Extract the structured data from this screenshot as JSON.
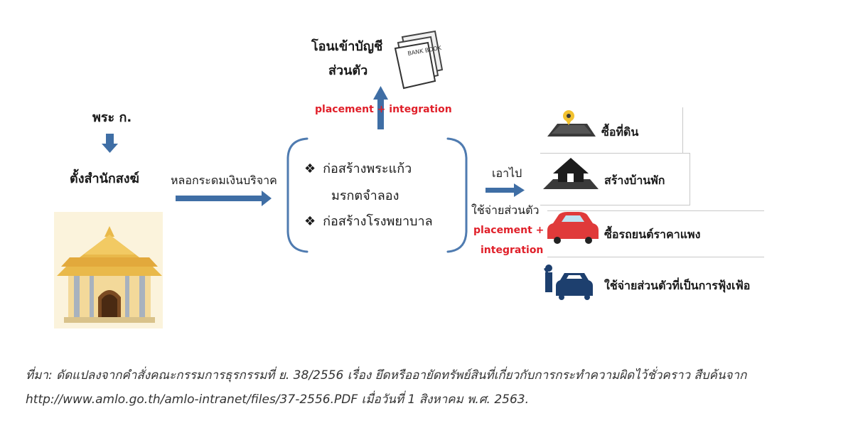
{
  "left": {
    "top_label": "พระ ก.",
    "title": "ตั้งสำนักสงฆ์",
    "arrow_label": "หลอกระดมเงินบริจาค"
  },
  "center": {
    "items": [
      "ก่อสร้างพระแก้ว",
      "มรกตจำลอง",
      "ก่อสร้างโรงพยาบาล"
    ],
    "bullet_glyph": "❖"
  },
  "top": {
    "line1": "โอนเข้าบัญชี",
    "line2": "ส่วนตัว",
    "bankbook_text": "BANK BOOK",
    "arrow_label": "placement + integration"
  },
  "right_arrow": {
    "label_top": "เอาไป",
    "label_bottom": "ใช้จ่ายส่วนตัว",
    "red_line1": "placement +",
    "red_line2": "integration"
  },
  "uses": [
    {
      "label": "ซื้อที่ดิน",
      "icon": "land-icon"
    },
    {
      "label": "สร้างบ้านพัก",
      "icon": "house-icon"
    },
    {
      "label": "ซื้อรถยนต์ราคาแพง",
      "icon": "car-icon"
    },
    {
      "label": "ใช้จ่ายส่วนตัวที่เป็นการฟุ้งเฟ้อ",
      "icon": "spending-icon"
    }
  ],
  "source": {
    "line1": "ที่มา: ดัดแปลงจากคำสั่งคณะกรรมการธุรกรรมที่ ย. 38/2556 เรื่อง ยึดหรืออายัดทรัพย์สินที่เกี่ยวกับการกระทำความผิดไว้ชั่วคราว สืบค้นจาก",
    "line2": "http://www.amlo.go.th/amlo-intranet/files/37-2556.PDF เมื่อวันที่ 1 สิงหาคม พ.ศ. 2563."
  },
  "colors": {
    "arrow": "#3f6ea5",
    "red_text": "#e0202a",
    "temple_gold": "#e9b94a",
    "temple_wall": "#f3d99a"
  }
}
